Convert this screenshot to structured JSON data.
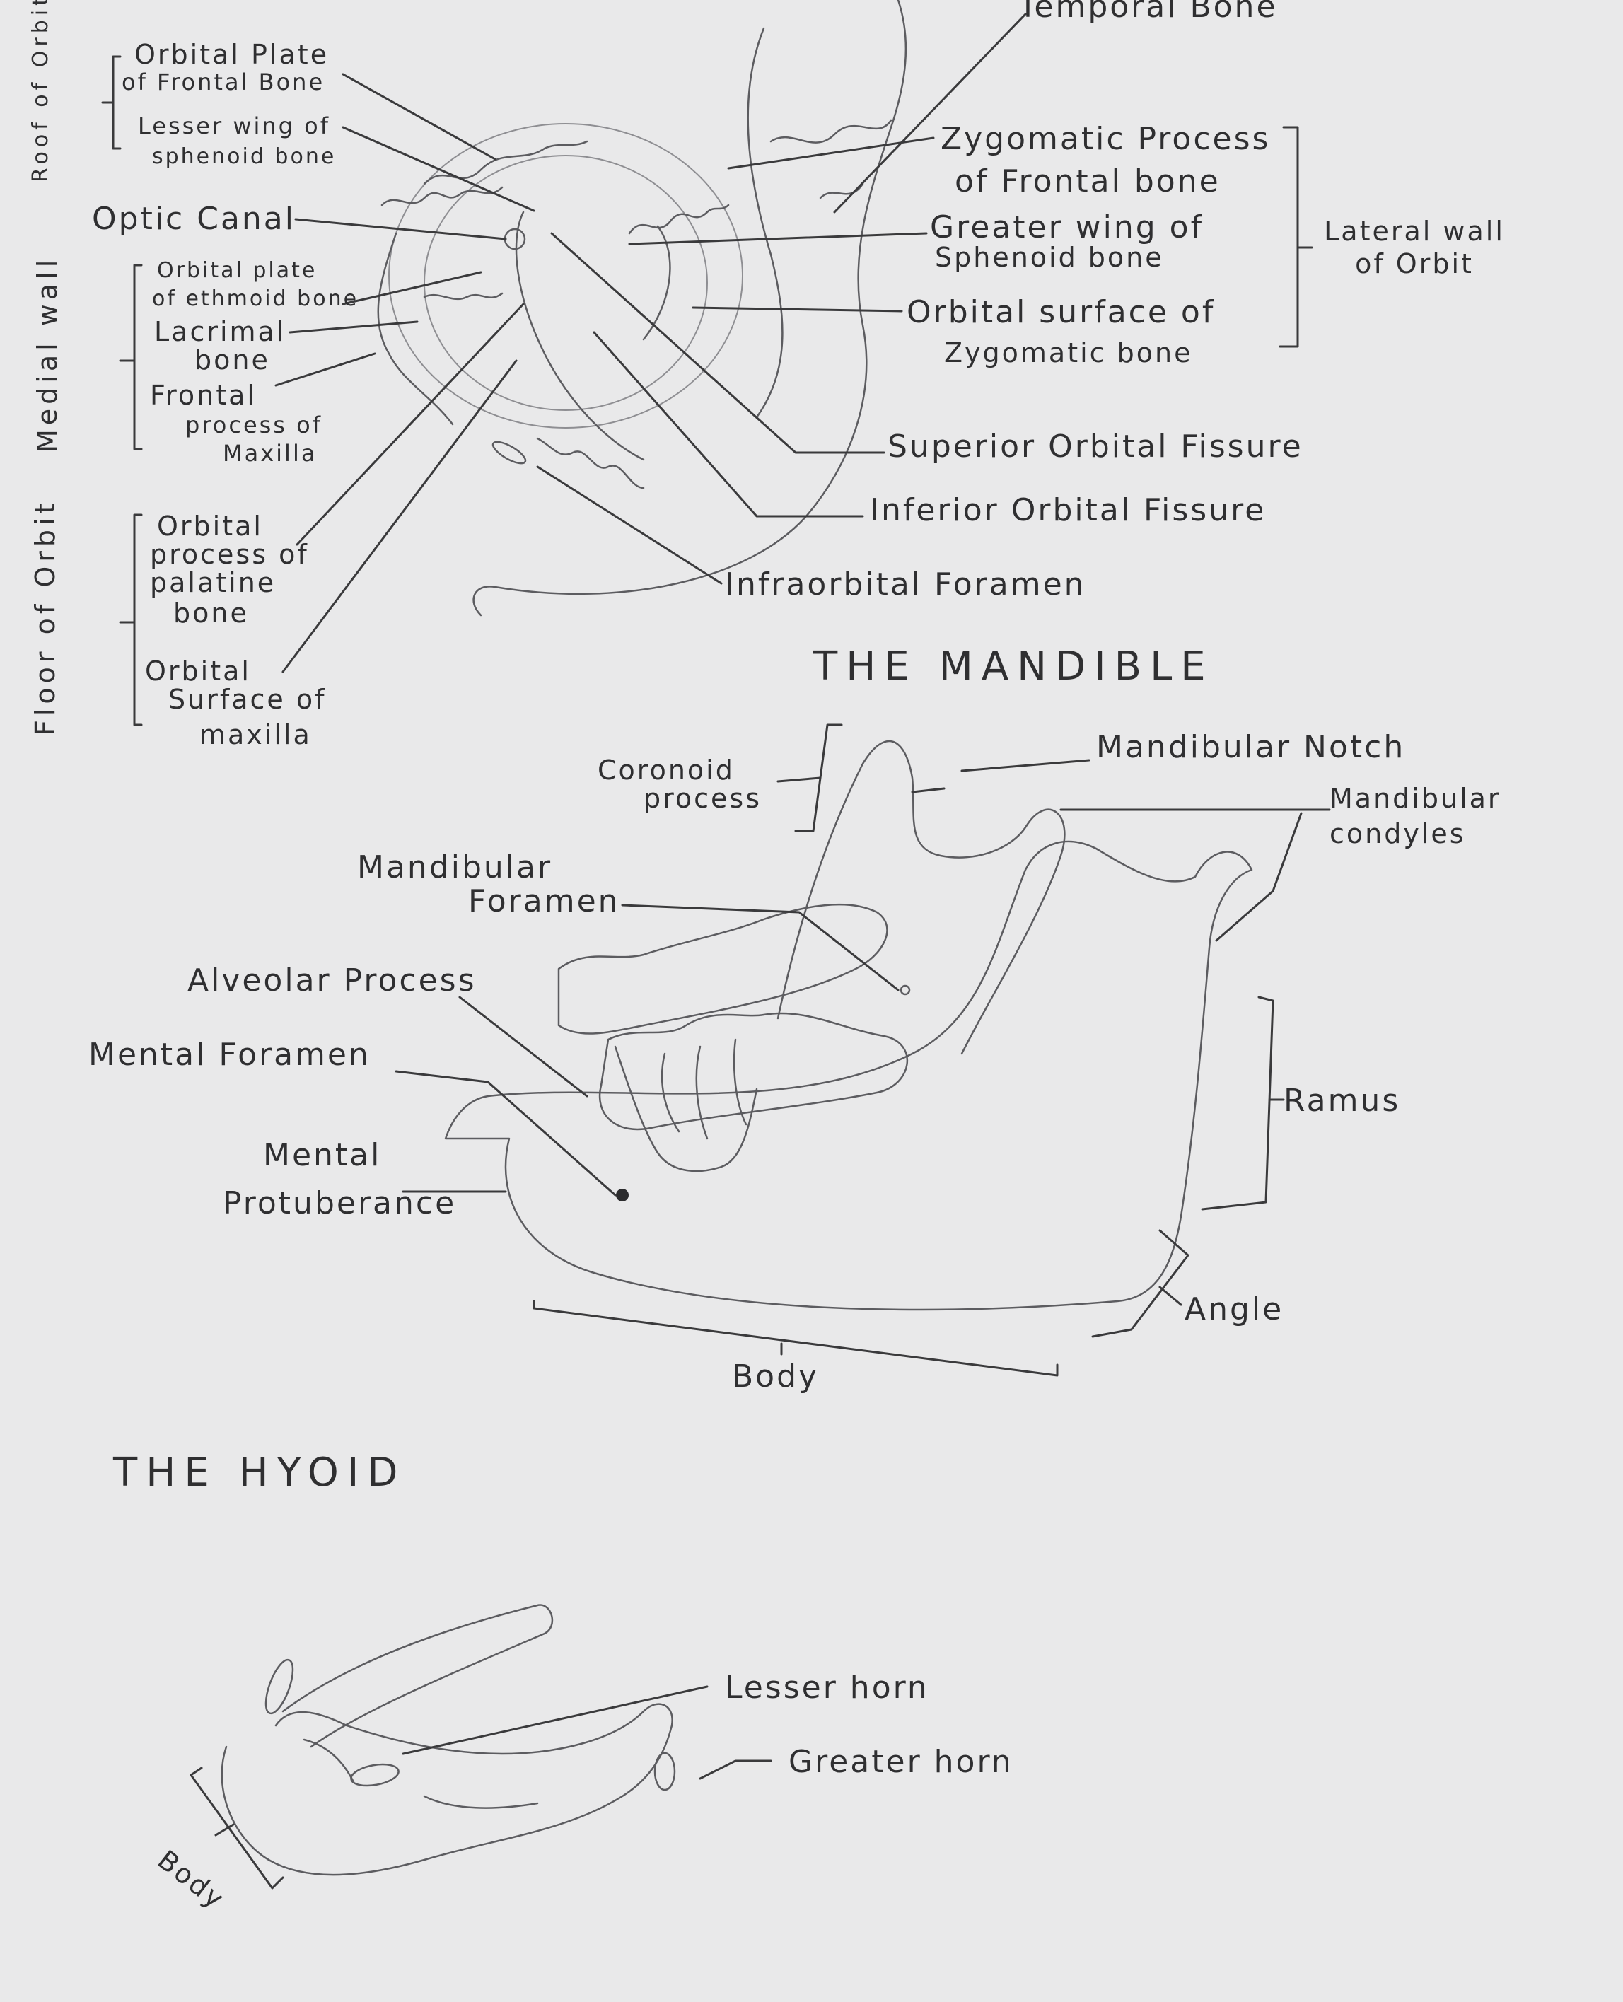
{
  "orbit": {
    "groups": {
      "roof": "Roof of Orbit",
      "medial": "Medial wall",
      "floor": "Floor of Orbit",
      "lateral": "Lateral wall of Orbit"
    },
    "labels": {
      "temporal_bone": "Temporal Bone",
      "orbital_plate_frontal_1": "Orbital Plate",
      "orbital_plate_frontal_2": "of Frontal Bone",
      "lesser_wing_1": "Lesser wing of",
      "lesser_wing_2": "sphenoid bone",
      "optic_canal": "Optic Canal",
      "orbital_plate_ethmoid_1": "Orbital plate",
      "orbital_plate_ethmoid_2": "of ethmoid bone",
      "lacrimal_1": "Lacrimal",
      "lacrimal_2": "bone",
      "frontal_process_1": "Frontal",
      "frontal_process_2": "process of",
      "frontal_process_3": "Maxilla",
      "palatine_1": "Orbital",
      "palatine_2": "process of",
      "palatine_3": "palatine",
      "palatine_4": "bone",
      "surface_maxilla_1": "Orbital",
      "surface_maxilla_2": "Surface of",
      "surface_maxilla_3": "maxilla",
      "zygomatic_process_1": "Zygomatic Process",
      "zygomatic_process_2": "of Frontal bone",
      "greater_wing_1": "Greater wing of",
      "greater_wing_2": "Sphenoid bone",
      "zygomatic_surface_1": "Orbital surface of",
      "zygomatic_surface_2": "Zygomatic bone",
      "superior_fissure": "Superior Orbital Fissure",
      "inferior_fissure": "Inferior Orbital Fissure",
      "infraorbital_foramen": "Infraorbital Foramen"
    }
  },
  "mandible": {
    "title": "THE MANDIBLE",
    "labels": {
      "coronoid_1": "Coronoid",
      "coronoid_2": "process",
      "notch": "Mandibular Notch",
      "condyles_1": "Mandibular",
      "condyles_2": "condyles",
      "foramen_1": "Mandibular",
      "foramen_2": "Foramen",
      "alveolar": "Alveolar Process",
      "mental_foramen": "Mental Foramen",
      "protuberance_1": "Mental",
      "protuberance_2": "Protuberance",
      "ramus": "Ramus",
      "angle": "Angle",
      "body": "Body"
    }
  },
  "hyoid": {
    "title": "THE HYOID",
    "labels": {
      "lesser_horn": "Lesser horn",
      "greater_horn": "Greater horn",
      "body": "Body"
    }
  }
}
